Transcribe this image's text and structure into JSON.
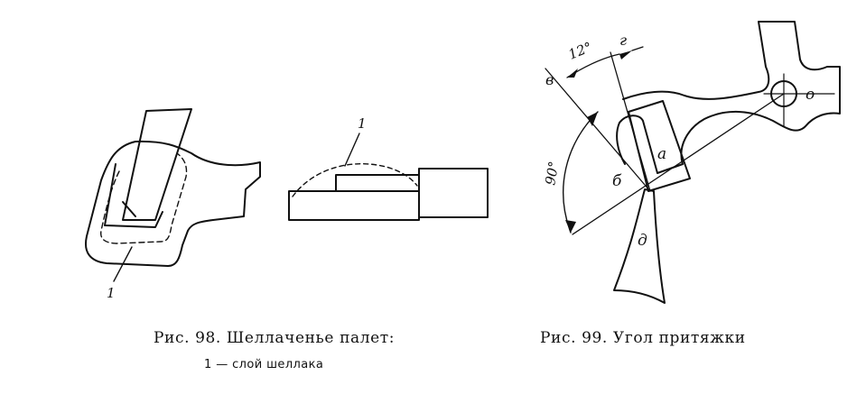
{
  "figure98": {
    "caption": "Рис. 98. Шеллаченье палет:",
    "legend": "1 — слой шеллака",
    "label_shellac": "1"
  },
  "figure99": {
    "caption": "Рис. 99. Угол притяжки",
    "label_a": "а",
    "label_b": "б",
    "label_v": "в",
    "label_g": "г",
    "label_d": "д",
    "label_o": "о",
    "angle_small": "12°",
    "angle_right": "90°"
  },
  "colors": {
    "ink": "#111111",
    "paper": "#ffffff"
  }
}
